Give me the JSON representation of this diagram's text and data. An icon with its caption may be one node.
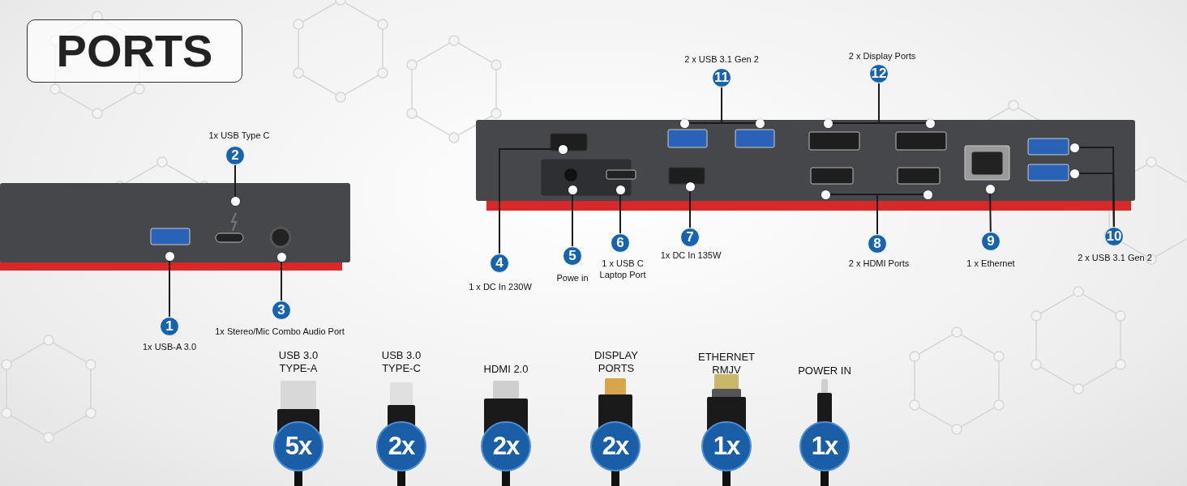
{
  "diagram": {
    "title": "PORTS",
    "nodes": [
      {
        "text": [
          "1"
        ],
        "beside": [
          "1x USB-A 3.0"
        ]
      },
      {
        "text": [
          "2"
        ],
        "beside": [
          "1x USB Type C"
        ]
      },
      {
        "text": [
          "3"
        ],
        "beside": [
          "1x Stereo/Mic Combo Audio Port"
        ]
      },
      {
        "text": [
          "4"
        ],
        "beside": [
          "1 x DC In 230W"
        ]
      },
      {
        "text": [
          "5"
        ],
        "beside": [
          "Powe in"
        ]
      },
      {
        "text": [
          "6"
        ],
        "beside": [
          "1 x USB C Laptop Port"
        ]
      },
      {
        "text": [
          "7"
        ],
        "beside": [
          "1x DC In 135W"
        ]
      },
      {
        "text": [
          "8"
        ],
        "beside": [
          "2 x HDMI Ports"
        ]
      },
      {
        "text": [
          "9"
        ],
        "beside": [
          "1 x Ethernet"
        ]
      },
      {
        "text": [
          "10"
        ],
        "beside": [
          "2 x USB 3.1 Gen 2"
        ]
      },
      {
        "text": [
          "11"
        ],
        "beside": [
          "2 x USB 3.1 Gen 2"
        ]
      },
      {
        "text": [
          "12"
        ],
        "beside": [
          "2 x Display Ports"
        ]
      },
      {
        "text": [],
        "shape": "circle"
      },
      {
        "text": [],
        "shape": "circle"
      },
      {
        "text": [],
        "shape": "circle"
      },
      {
        "text": [],
        "shape": "circle"
      },
      {
        "text": [],
        "shape": "circle"
      },
      {
        "text": [],
        "shape": "circle"
      },
      {
        "text": [],
        "shape": "circle"
      },
      {
        "text": [],
        "shape": "circle"
      },
      {
        "text": [],
        "shape": "circle"
      },
      {
        "text": [],
        "shape": "circle"
      },
      {
        "text": [],
        "shape": "circle"
      },
      {
        "text": [],
        "shape": "circle"
      },
      {
        "text": [],
        "shape": "circle"
      },
      {
        "text": [],
        "shape": "circle"
      },
      {
        "text": [],
        "shape": "circle"
      },
      {
        "text": [],
        "shape": "circle"
      },
      {
        "text": [
          "5x"
        ]
      },
      {
        "text": [
          "2x"
        ]
      },
      {
        "text": [
          "2x"
        ]
      },
      {
        "text": [
          "2x"
        ]
      },
      {
        "text": [
          "1x"
        ]
      },
      {
        "text": [
          "1x"
        ]
      }
    ],
    "labels": [
      "USB 3.0 TYPE-A",
      "USB 3.0 TYPE-C",
      "HDMI 2.0",
      "DISPLAY PORTS",
      "ETHERNET RMJV",
      "POWER IN"
    ],
    "edges": [
      {
        "from": 0,
        "to": 12,
        "arrow": "none"
      },
      {
        "from": 1,
        "to": 13,
        "arrow": "none"
      },
      {
        "from": 2,
        "to": 14,
        "arrow": "none"
      },
      {
        "from": 3,
        "to": 15,
        "arrow": "none"
      },
      {
        "from": 4,
        "to": 16,
        "arrow": "none"
      },
      {
        "from": 5,
        "to": 17,
        "arrow": "none"
      },
      {
        "from": 6,
        "to": 18,
        "arrow": "none"
      },
      {
        "from": 7,
        "to": 19,
        "arrow": "none"
      },
      {
        "from": 7,
        "to": 20,
        "arrow": "none"
      },
      {
        "from": 8,
        "to": 21,
        "arrow": "none"
      },
      {
        "from": 9,
        "to": 22,
        "arrow": "none"
      },
      {
        "from": 9,
        "to": 23,
        "arrow": "none"
      },
      {
        "from": 10,
        "to": 24,
        "arrow": "none"
      },
      {
        "from": 10,
        "to": 25,
        "arrow": "none"
      },
      {
        "from": 11,
        "to": 26,
        "arrow": "none"
      },
      {
        "from": 11,
        "to": 27,
        "arrow": "none"
      }
    ]
  }
}
